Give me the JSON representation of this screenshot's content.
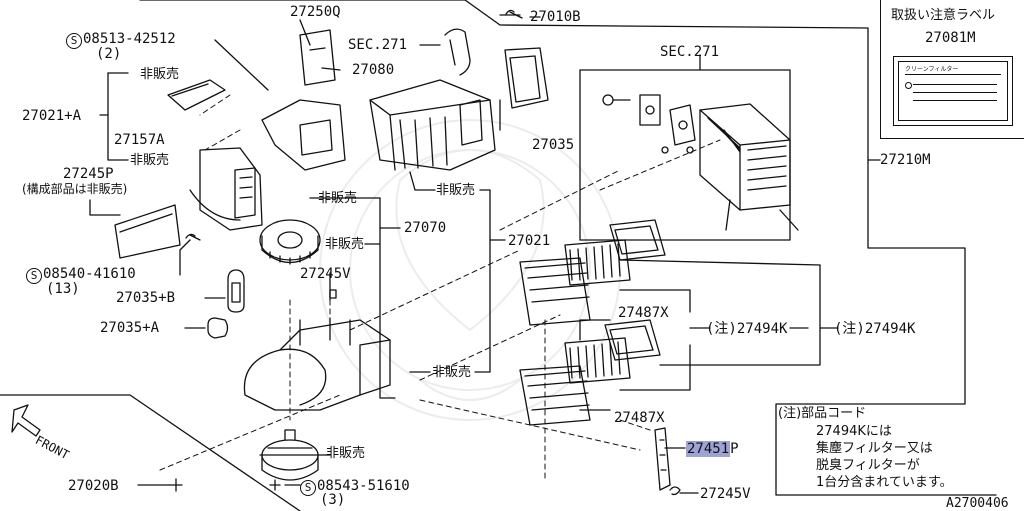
{
  "labels": {
    "p27250q": "27250Q",
    "p27010b": "27010B",
    "s08513": "08513-42512",
    "s08513_qty": "(2)",
    "sec271_a": "SEC.271",
    "p27080": "27080",
    "hihanbai_1": "非販売",
    "p27021a": "27021+A",
    "p27157a": "27157A",
    "hihanbai_2": "非販売",
    "p27245p": "27245P",
    "p27245p_note": "(構成部品は非販売)",
    "hihanbai_3": "非販売",
    "hihanbai_4": "非販売",
    "hihanbai_5": "非販売",
    "p27070": "27070",
    "p27021": "27021",
    "s08540": "08540-41610",
    "s08540_qty": "(13)",
    "p27245v_1": "27245V",
    "p27035b": "27035+B",
    "p27035a": "27035+A",
    "p27035": "27035",
    "sec271_b": "SEC.271",
    "p27210m": "27210M",
    "p27487x_1": "27487X",
    "p27494k_1": "(注)27494K",
    "p27494k_2": "(注)27494K",
    "hihanbai_6": "非販売",
    "p27487x_2": "27487X",
    "p27451p": "27451",
    "p27451p_suffix": "P",
    "front": "FRONT",
    "p27020b": "27020B",
    "hihanbai_7": "非販売",
    "s08543": "08543-51610",
    "s08543_qty": "(3)",
    "p27245v_2": "27245V",
    "diagram_id": "A2700406",
    "circle_s": "S"
  },
  "label_box": {
    "title": "取扱い注意ラベル",
    "part": "27081M",
    "sticker_text": "クリーンフィルター"
  },
  "note": {
    "line1": "(注)部品コード",
    "line2": "27494Kには",
    "line3": "集塵フィルター又は",
    "line4": "脱臭フィルターが",
    "line5": "1台分含まれています。"
  },
  "highlight_color": "#9ea3d6"
}
